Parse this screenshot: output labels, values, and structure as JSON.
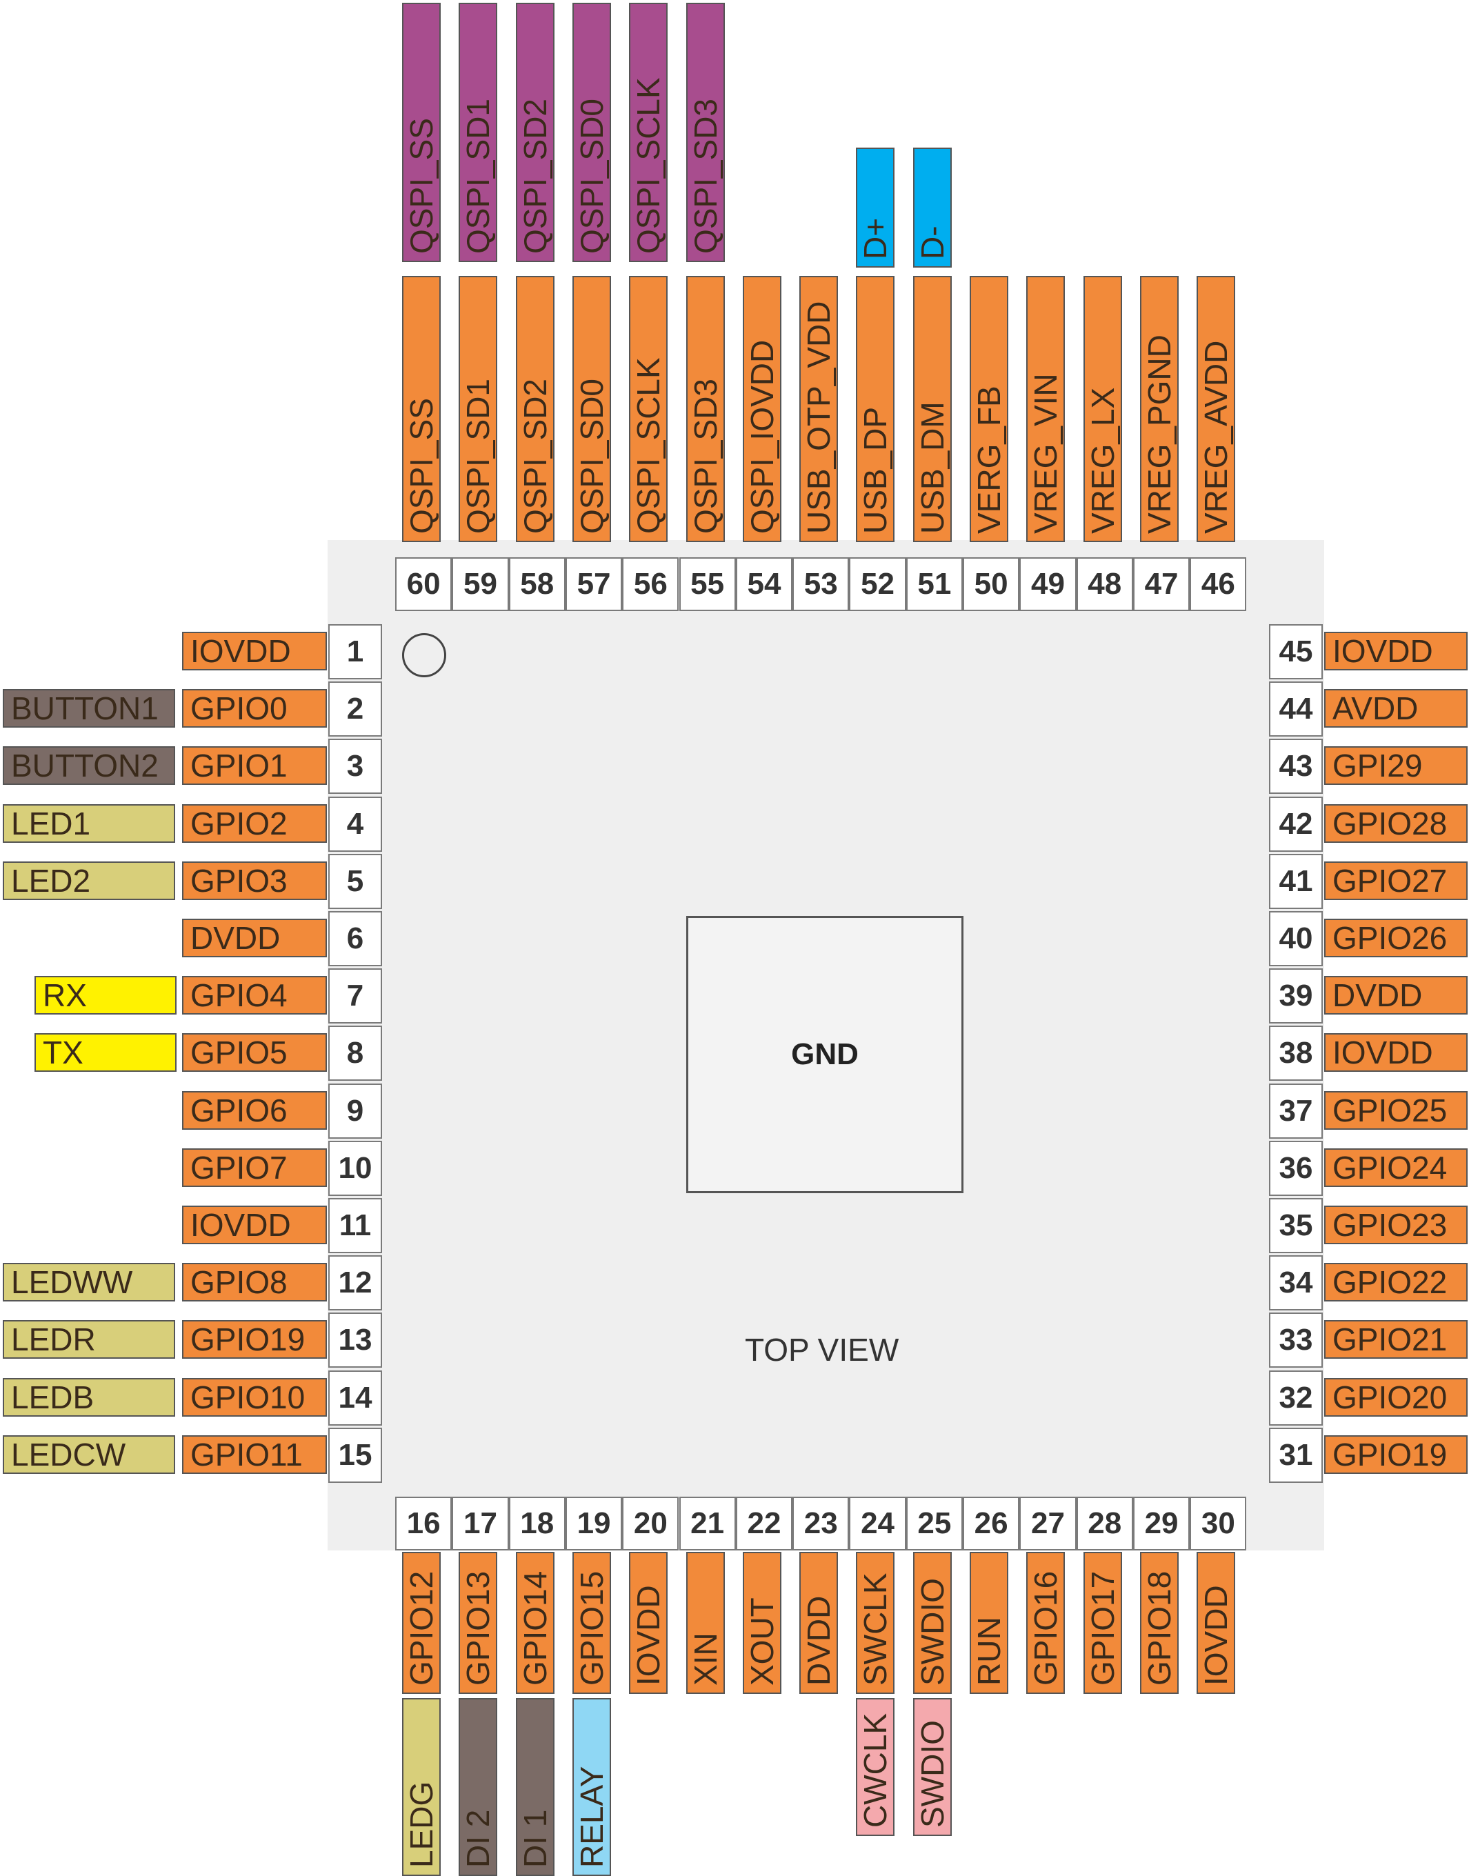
{
  "colors": {
    "pin": "#f28a3a",
    "qspi": "#a84d8e",
    "usb": "#00aeef",
    "button": "#7b6b66",
    "led": "#d8cf7a",
    "uart": "#fff200",
    "di": "#7b6b66",
    "relay": "#8fd7f4",
    "swd": "#f4a9ad"
  },
  "chip": {
    "pad_label": "GND",
    "view_label": "TOP VIEW"
  },
  "left_pins": [
    {
      "num": "1",
      "name": "IOVDD",
      "func": ""
    },
    {
      "num": "2",
      "name": "GPIO0",
      "func": "BUTTON1",
      "kind": "button"
    },
    {
      "num": "3",
      "name": "GPIO1",
      "func": "BUTTON2",
      "kind": "button"
    },
    {
      "num": "4",
      "name": "GPIO2",
      "func": "LED1",
      "kind": "led"
    },
    {
      "num": "5",
      "name": "GPIO3",
      "func": "LED2",
      "kind": "led"
    },
    {
      "num": "6",
      "name": "DVDD",
      "func": ""
    },
    {
      "num": "7",
      "name": "GPIO4",
      "func": "RX",
      "kind": "uart"
    },
    {
      "num": "8",
      "name": "GPIO5",
      "func": "TX",
      "kind": "uart"
    },
    {
      "num": "9",
      "name": "GPIO6",
      "func": ""
    },
    {
      "num": "10",
      "name": "GPIO7",
      "func": ""
    },
    {
      "num": "11",
      "name": "IOVDD",
      "func": ""
    },
    {
      "num": "12",
      "name": "GPIO8",
      "func": "LEDWW",
      "kind": "led"
    },
    {
      "num": "13",
      "name": "GPIO19",
      "func": "LEDR",
      "kind": "led"
    },
    {
      "num": "14",
      "name": "GPIO10",
      "func": "LEDB",
      "kind": "led"
    },
    {
      "num": "15",
      "name": "GPIO11",
      "func": "LEDCW",
      "kind": "led"
    }
  ],
  "right_pins": [
    {
      "num": "45",
      "name": "IOVDD"
    },
    {
      "num": "44",
      "name": "AVDD"
    },
    {
      "num": "43",
      "name": "GPI29"
    },
    {
      "num": "42",
      "name": "GPIO28"
    },
    {
      "num": "41",
      "name": "GPIO27"
    },
    {
      "num": "40",
      "name": "GPIO26"
    },
    {
      "num": "39",
      "name": "DVDD"
    },
    {
      "num": "38",
      "name": "IOVDD"
    },
    {
      "num": "37",
      "name": "GPIO25"
    },
    {
      "num": "36",
      "name": "GPIO24"
    },
    {
      "num": "35",
      "name": "GPIO23"
    },
    {
      "num": "34",
      "name": "GPIO22"
    },
    {
      "num": "33",
      "name": "GPIO21"
    },
    {
      "num": "32",
      "name": "GPIO20"
    },
    {
      "num": "31",
      "name": "GPIO19"
    }
  ],
  "top_pins": [
    {
      "num": "60",
      "name": "QSPI_SS",
      "func": "QSPI_SS",
      "kind": "qspi"
    },
    {
      "num": "59",
      "name": "QSPI_SD1",
      "func": "QSPI_SD1",
      "kind": "qspi"
    },
    {
      "num": "58",
      "name": "QSPI_SD2",
      "func": "QSPI_SD2",
      "kind": "qspi"
    },
    {
      "num": "57",
      "name": "QSPI_SD0",
      "func": "QSPI_SD0",
      "kind": "qspi"
    },
    {
      "num": "56",
      "name": "QSPI_SCLK",
      "func": "QSPI_SCLK",
      "kind": "qspi"
    },
    {
      "num": "55",
      "name": "QSPI_SD3",
      "func": "QSPI_SD3",
      "kind": "qspi"
    },
    {
      "num": "54",
      "name": "QSPI_IOVDD",
      "func": ""
    },
    {
      "num": "53",
      "name": "USB_OTP_VDD",
      "func": ""
    },
    {
      "num": "52",
      "name": "USB_DP",
      "func": "D+",
      "kind": "usb"
    },
    {
      "num": "51",
      "name": "USB_DM",
      "func": "D-",
      "kind": "usb"
    },
    {
      "num": "50",
      "name": "VERG_FB",
      "func": ""
    },
    {
      "num": "49",
      "name": "VREG_VIN",
      "func": ""
    },
    {
      "num": "48",
      "name": "VREG_LX",
      "func": ""
    },
    {
      "num": "47",
      "name": "VREG_PGND",
      "func": ""
    },
    {
      "num": "46",
      "name": "VREG_AVDD",
      "func": ""
    }
  ],
  "bottom_pins": [
    {
      "num": "16",
      "name": "GPIO12",
      "func": "LEDG",
      "kind": "led"
    },
    {
      "num": "17",
      "name": "GPIO13",
      "func": "DI 2",
      "kind": "di"
    },
    {
      "num": "18",
      "name": "GPIO14",
      "func": "DI 1",
      "kind": "di"
    },
    {
      "num": "19",
      "name": "GPIO15",
      "func": "RELAY",
      "kind": "relay"
    },
    {
      "num": "20",
      "name": "IOVDD",
      "func": ""
    },
    {
      "num": "21",
      "name": "XIN",
      "func": ""
    },
    {
      "num": "22",
      "name": "XOUT",
      "func": ""
    },
    {
      "num": "23",
      "name": "DVDD",
      "func": ""
    },
    {
      "num": "24",
      "name": "SWCLK",
      "func": "CWCLK",
      "kind": "swd"
    },
    {
      "num": "25",
      "name": "SWDIO",
      "func": "SWDIO",
      "kind": "swd"
    },
    {
      "num": "26",
      "name": "RUN",
      "func": ""
    },
    {
      "num": "27",
      "name": "GPIO16",
      "func": ""
    },
    {
      "num": "28",
      "name": "GPIO17",
      "func": ""
    },
    {
      "num": "29",
      "name": "GPIO18",
      "func": ""
    },
    {
      "num": "30",
      "name": "IOVDD",
      "func": ""
    }
  ]
}
